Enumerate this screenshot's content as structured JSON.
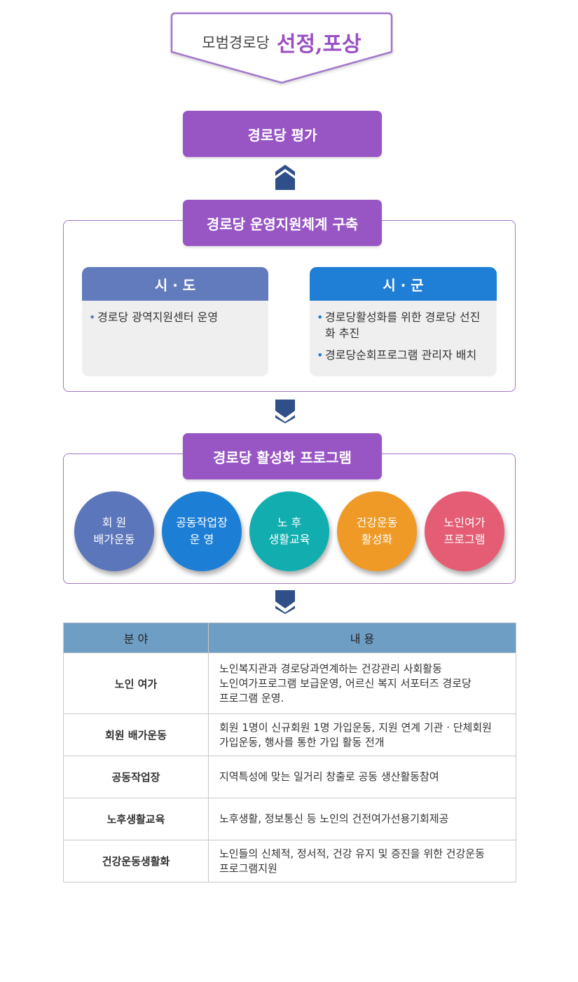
{
  "badge": {
    "small": "모범경로당",
    "big": "선정,포상",
    "colors": {
      "border": "#a377ca",
      "text": "#9a4fc3"
    }
  },
  "eval_box": "경로당 평가",
  "support": {
    "title": "경로당 운영지원체계 구축",
    "sido": {
      "title": "시 · 도",
      "items": [
        "경로당 광역지원센터 운영"
      ],
      "color": "#627bbd"
    },
    "sigun": {
      "title": "시 · 군",
      "items": [
        "경로당활성화를 위한 경로당 선진화 추진",
        "경로당순회프로그램 관리자 배치"
      ],
      "color": "#1f7ed6"
    }
  },
  "program": {
    "title": "경로당 활성화 프로그램",
    "circles": [
      {
        "lines": [
          "회 원",
          "배가운동"
        ],
        "color": "#5c76bb"
      },
      {
        "lines": [
          "공동작업장",
          "운 영"
        ],
        "color": "#1c7fd5"
      },
      {
        "lines": [
          "노 후",
          "생활교육"
        ],
        "color": "#12aeaf"
      },
      {
        "lines": [
          "건강운동",
          "활성화"
        ],
        "color": "#ef9a26"
      },
      {
        "lines": [
          "노인여가",
          "프로그램"
        ],
        "color": "#e45d75"
      }
    ]
  },
  "table": {
    "headers": [
      "분 야",
      "내 용"
    ],
    "rows": [
      {
        "category": "노인 여가",
        "lines": [
          "노인복지관과 경로당과연계하는 건강관리 사회활동",
          "노인여가프로그램 보급운영, 어르신 복지 서포터즈 경로당",
          "프로그램 운영."
        ]
      },
      {
        "category": "회원 배가운동",
        "lines": [
          "회원 1명이 신규회원 1명 가입운동, 지원 연계 기관 · 단체회원",
          "가입운동, 행사를 통한 가입 활동 전개"
        ]
      },
      {
        "category": "공동작업장",
        "lines": [
          "지역특성에 맞는 일거리 창출로 공동 생산활동참여"
        ]
      },
      {
        "category": "노후생활교육",
        "lines": [
          "노후생활, 정보통신 등 노인의 건전여가선용기회제공"
        ]
      },
      {
        "category": "건강운동생활화",
        "lines": [
          "노인들의 신체적, 정서적, 건강 유지 및 증진을 위한 건강운동",
          "프로그램지원"
        ]
      }
    ]
  },
  "colors": {
    "purple": "#9756c4",
    "frame": "#a376c6",
    "arrow": "#2f4f88",
    "table_header": "#6f9ec4"
  }
}
